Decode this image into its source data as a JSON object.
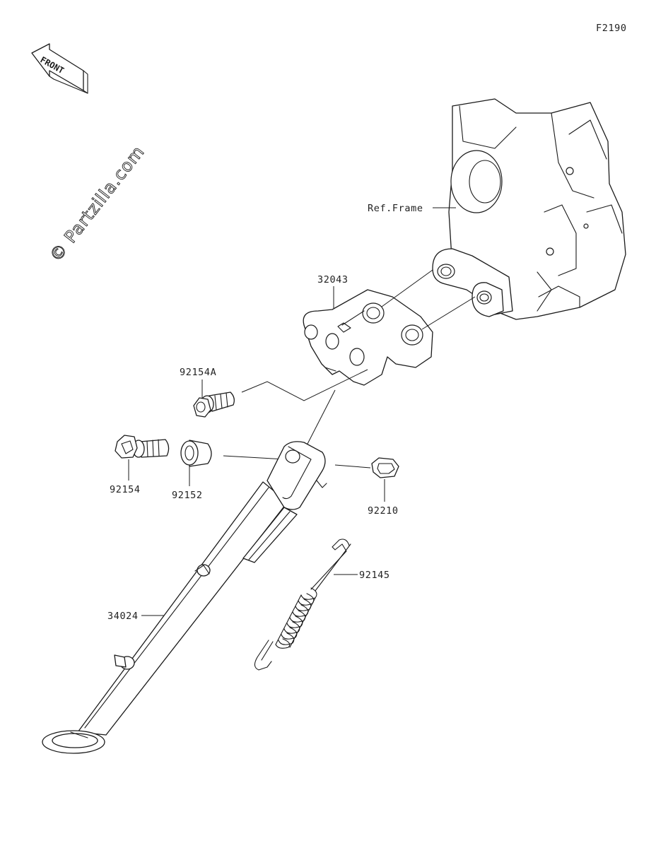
{
  "figure_code": "F2190",
  "watermark": "© Partzilla.com",
  "direction_badge": {
    "text": "FRONT",
    "icon": "front-arrow-icon"
  },
  "callouts": {
    "ref_frame": "Ref.Frame",
    "bracket": "32043",
    "bolt_a": "92154A",
    "bolt": "92154",
    "collar": "92152",
    "nut": "92210",
    "spring": "92145",
    "side_stand": "34024"
  },
  "colors": {
    "line": "#1a1a1a",
    "background": "#ffffff"
  }
}
